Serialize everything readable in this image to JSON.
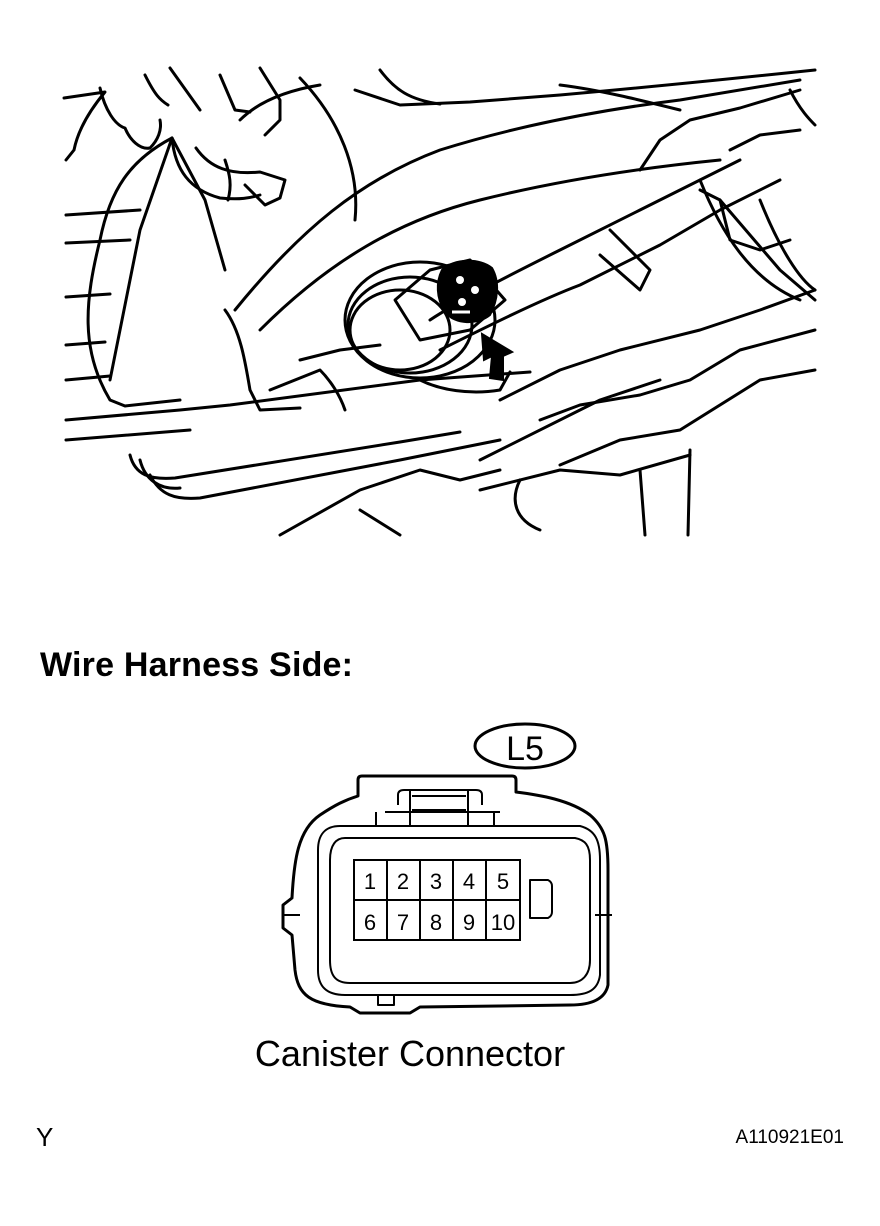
{
  "illustration": {
    "description": "Line drawing of canister connector location under vehicle, arrow pointing to connector",
    "arrow_icon": "up-left-arrow"
  },
  "section": {
    "heading": "Wire Harness Side:"
  },
  "connector": {
    "code": "L5",
    "caption": "Canister Connector",
    "pins_row1": [
      "1",
      "2",
      "3",
      "4",
      "5"
    ],
    "pins_row2": [
      "6",
      "7",
      "8",
      "9",
      "10"
    ]
  },
  "footer": {
    "left_mark": "Y",
    "figure_id": "A110921E01"
  },
  "colors": {
    "line": "#000000",
    "background": "#ffffff"
  }
}
